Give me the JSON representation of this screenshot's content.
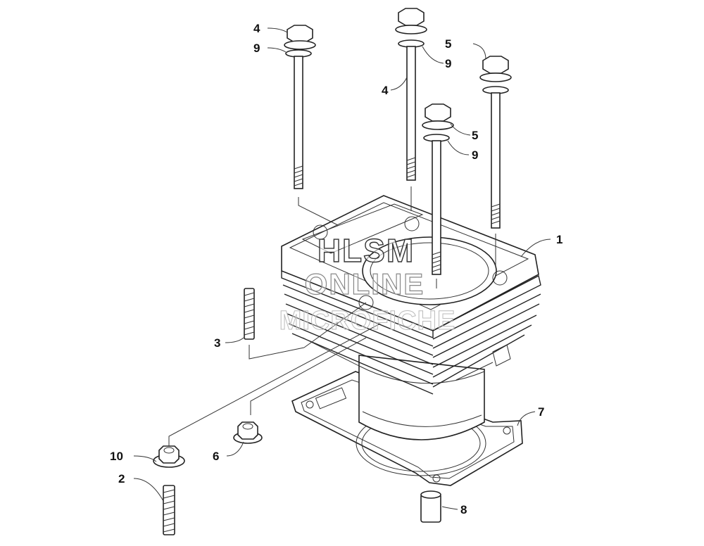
{
  "callouts": [
    {
      "id": "c1",
      "text": "1"
    },
    {
      "id": "c2",
      "text": "2"
    },
    {
      "id": "c3",
      "text": "3"
    },
    {
      "id": "c4a",
      "text": "4"
    },
    {
      "id": "c4b",
      "text": "4"
    },
    {
      "id": "c5a",
      "text": "5"
    },
    {
      "id": "c5b",
      "text": "5"
    },
    {
      "id": "c6",
      "text": "6"
    },
    {
      "id": "c7",
      "text": "7"
    },
    {
      "id": "c8",
      "text": "8"
    },
    {
      "id": "c9a",
      "text": "9"
    },
    {
      "id": "c9b",
      "text": "9"
    },
    {
      "id": "c9c",
      "text": "9"
    },
    {
      "id": "c10",
      "text": "10"
    }
  ],
  "watermark": {
    "line1": "HLSM",
    "line2": "ONLINE",
    "line3": "MICROFICHE"
  }
}
